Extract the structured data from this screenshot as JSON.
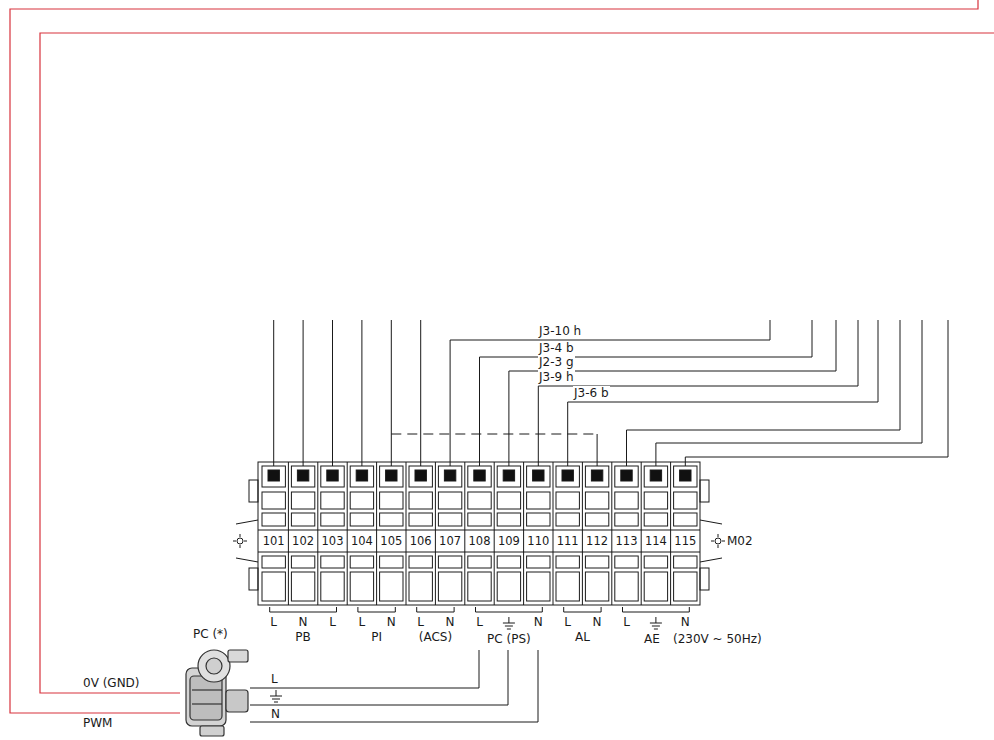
{
  "diagram": {
    "labels": [
      "J3-10 h",
      "J3-4 b",
      "J2-3 g",
      "J3-9 h",
      "J3-6 b",
      "101",
      "102",
      "103",
      "104",
      "105",
      "106",
      "107",
      "108",
      "109",
      "110",
      "111",
      "112",
      "113",
      "114",
      "115",
      "M02",
      "L",
      "N",
      "L",
      "PB",
      "L",
      "N",
      "PI",
      "L",
      "N",
      "(ACS)",
      "L",
      "N",
      "PC (PS)",
      "L",
      "N",
      "AL",
      "L",
      "N",
      "AE",
      "(230V ~ 50Hz)",
      "PC (*)",
      "0V (GND)",
      "PWM",
      "L",
      "N"
    ]
  }
}
